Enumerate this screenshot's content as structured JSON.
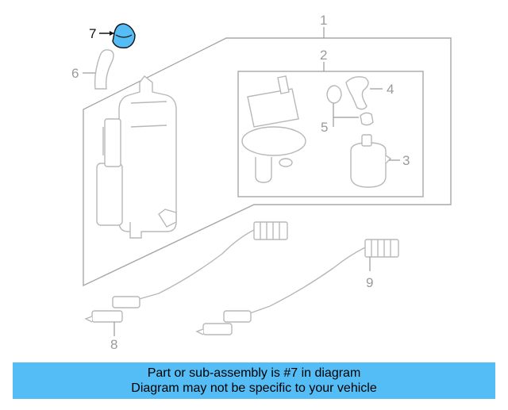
{
  "callouts": {
    "c1": "1",
    "c2": "2",
    "c3": "3",
    "c4": "4",
    "c5": "5",
    "c6": "6",
    "c7": "7",
    "c8": "8",
    "c9": "9"
  },
  "highlighted_part": "7",
  "colors": {
    "highlight": "#55bdf5",
    "banner_bg": "#55bdf5",
    "line": "#b8b8b8"
  },
  "banner": {
    "line1": "Part or sub-assembly is #7 in diagram",
    "line2": "Diagram may not be specific to your vehicle"
  }
}
